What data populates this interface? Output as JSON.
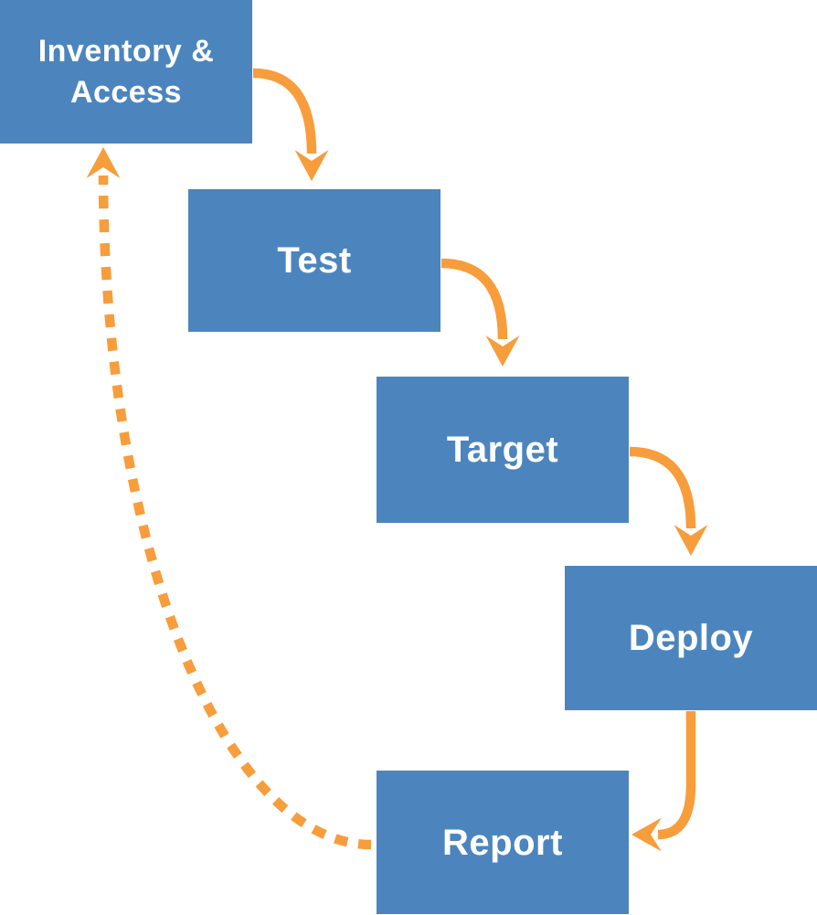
{
  "diagram": {
    "type": "flowchart",
    "background": "#FFFFFF",
    "colors": {
      "background": "#FFFFFF",
      "node_fill": "#4C85BE",
      "node_text": "#FFFFFF",
      "arrow": "#F79D3B"
    },
    "nodes": [
      {
        "id": "inventory-access",
        "label": "Inventory & Access"
      },
      {
        "id": "test",
        "label": "Test"
      },
      {
        "id": "target",
        "label": "Target"
      },
      {
        "id": "deploy",
        "label": "Deploy"
      },
      {
        "id": "report",
        "label": "Report"
      }
    ],
    "edges": [
      {
        "from": "inventory-access",
        "to": "test",
        "style": "solid"
      },
      {
        "from": "test",
        "to": "target",
        "style": "solid"
      },
      {
        "from": "target",
        "to": "deploy",
        "style": "solid"
      },
      {
        "from": "deploy",
        "to": "report",
        "style": "solid"
      },
      {
        "from": "report",
        "to": "inventory-access",
        "style": "dashed"
      }
    ]
  }
}
